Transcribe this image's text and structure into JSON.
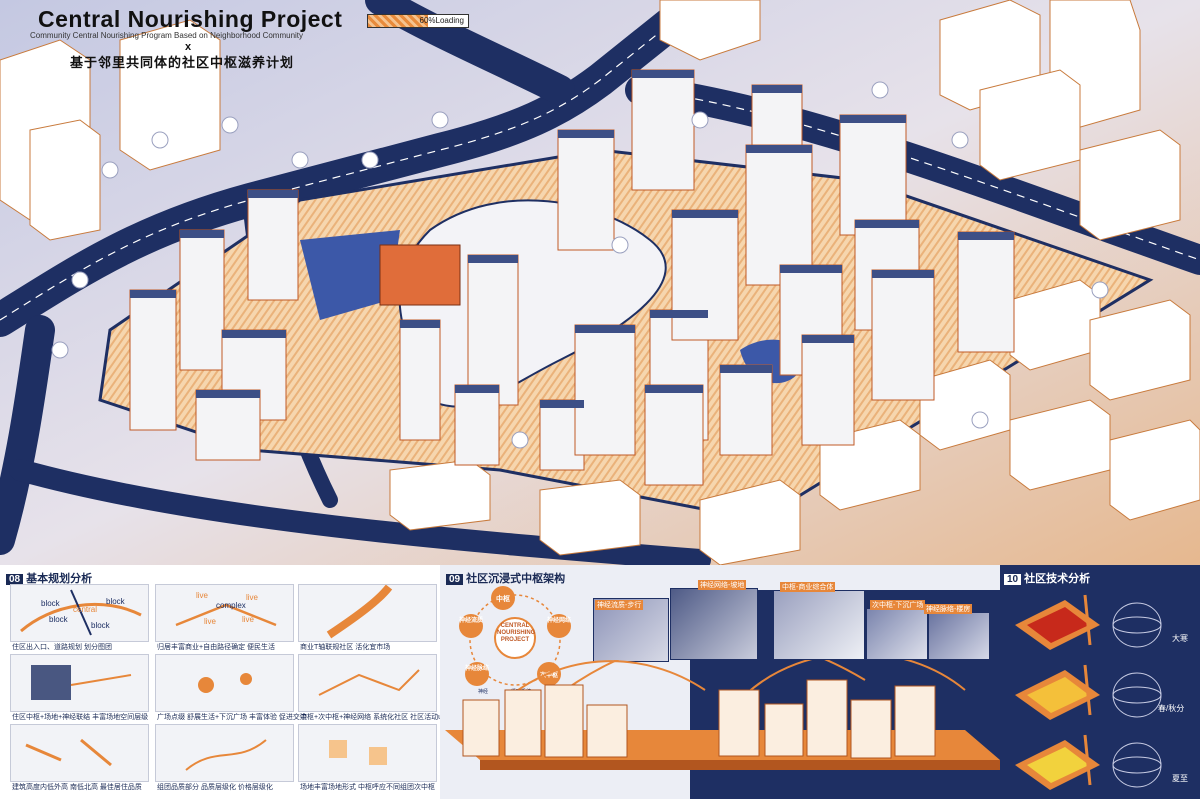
{
  "header": {
    "title": "Central Nourishing Project",
    "subtitle": "Community Central Nourishing Program Based on Neighborhood Community",
    "x_mark": "x",
    "title_cn": "基于邻里共同体的社区中枢滋养计划",
    "loading_label": "60%Loading",
    "loading_progress": 0.6
  },
  "colors": {
    "navy": "#1e2f63",
    "orange": "#e7873a",
    "light_orange": "#f6c48c",
    "pale_blue": "#c9cde6"
  },
  "section08": {
    "number": "08",
    "title": "基本规划分析",
    "diagram_words": {
      "block1": "block",
      "central": "central",
      "block2": "block",
      "block3": "block",
      "block4": "block",
      "live1": "live",
      "complex": "complex",
      "live2": "live",
      "live3": "live",
      "live4": "live"
    },
    "captions": [
      "住区出入口、道路规划 划分图团",
      "归居丰富商业+自由路径确定 便民生活",
      "商业T轴联规社区 活化宜市场",
      "住区中枢+场地+神经联结 丰富场地空间层级",
      "广场点缀 舒展生活+下沉广场 丰富体验 促进交流",
      "中枢+次中枢+神经网络 系统化社区 社区活动up",
      "建筑高度内低外高 南低北高 最佳居住品质",
      "组团品质部分 品质层级化 价格层级化",
      "场地丰富场地形式 中枢呼应不同组团次中枢"
    ]
  },
  "section09": {
    "number": "09",
    "title": "社区沉浸式中枢架构",
    "nodes": {
      "center": "CENTRAL NOURISHING PROJECT",
      "top": "中枢",
      "left": "神经流质",
      "right": "神经网络",
      "bottom_left": "神经脉络",
      "bottom_right": "次中枢",
      "small_left": "神经",
      "small_right": "循环系统"
    },
    "photo_labels": [
      "神经流质-步行",
      "神经网络-坡地",
      "中枢-商业综合体",
      "次中枢-下沉广场",
      "神经脉络-楼房"
    ]
  },
  "section10": {
    "number": "10",
    "title": "社区技术分析",
    "seasons": [
      "大寒",
      "春/秋分",
      "夏至"
    ]
  }
}
